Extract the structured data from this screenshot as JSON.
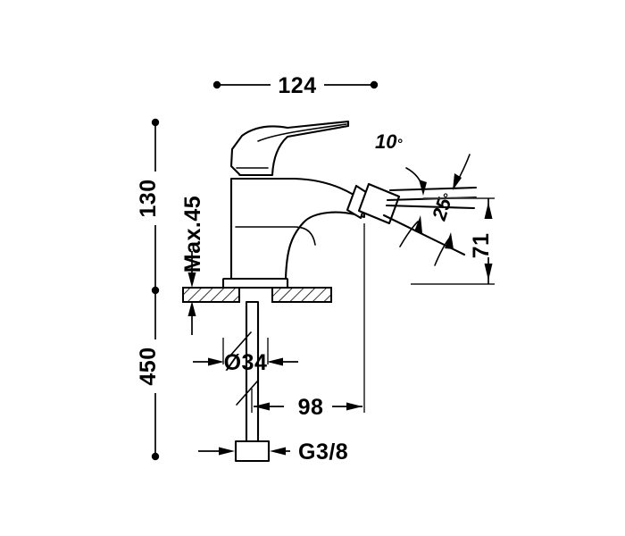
{
  "drawing": {
    "title": "Bidet mixer tap technical dimension drawing",
    "background_color": "#ffffff",
    "line_color": "#000000",
    "dimensions": {
      "width_top": "124",
      "height_upper": "130",
      "height_lower": "450",
      "max_deck_thickness": "Max.45",
      "spout_height": "71",
      "base_diameter": "Ø34",
      "reach": "98",
      "thread_size": "G3/8",
      "angle_upper": "10",
      "angle_lower": "25",
      "degree_symbol": "°"
    },
    "labels": {
      "width_top": "124",
      "height_upper": "130",
      "height_lower": "450",
      "max_deck_thickness": "Max.45",
      "spout_height": "71",
      "base_diameter": "Ø34",
      "reach": "98",
      "thread_size": "G3/8",
      "angle_upper": "10°",
      "angle_lower": "25°"
    }
  }
}
